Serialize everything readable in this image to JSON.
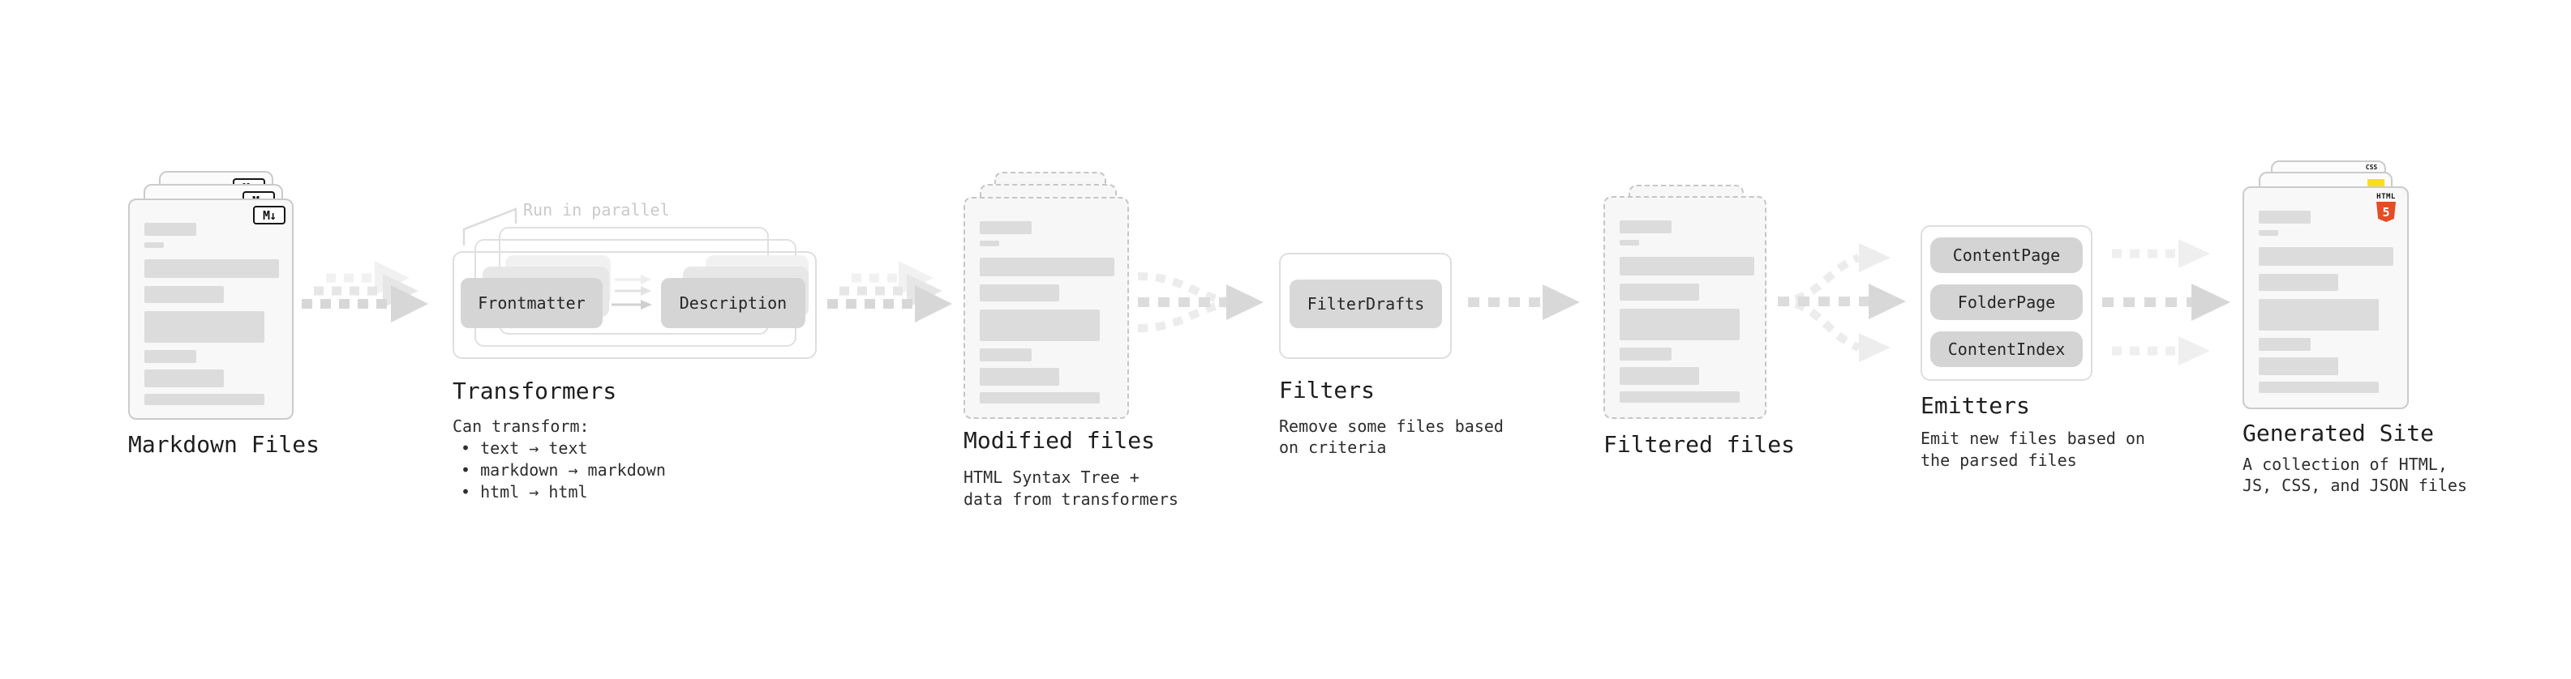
{
  "diagram": {
    "markdown_files": {
      "title": "Markdown Files",
      "icon": "M↓"
    },
    "transformers": {
      "title": "Transformers",
      "note": "Run in parallel",
      "pills": [
        "Frontmatter",
        "Description"
      ],
      "desc_heading": "Can transform:",
      "bullets": [
        "• text → text",
        "• markdown → markdown",
        "• html → html"
      ]
    },
    "modified_files": {
      "title": "Modified files",
      "desc_line1": "HTML Syntax Tree +",
      "desc_line2": "data from transformers"
    },
    "filters": {
      "title": "Filters",
      "pill": "FilterDrafts",
      "desc_line1": "Remove some files based",
      "desc_line2": "on criteria"
    },
    "filtered_files": {
      "title": "Filtered files"
    },
    "emitters": {
      "title": "Emitters",
      "pills": [
        "ContentPage",
        "FolderPage",
        "ContentIndex"
      ],
      "desc_line1": "Emit new files based on",
      "desc_line2": "the parsed files"
    },
    "generated_site": {
      "title": "Generated Site",
      "desc_line1": "A collection of HTML,",
      "desc_line2": "JS, CSS, and JSON files",
      "icons": {
        "html_label": "HTML",
        "html_number": "5",
        "css_label": "CSS"
      }
    },
    "colors": {
      "html5_orange": "#e44d26",
      "js_yellow": "#f7df1e",
      "css_blue": "#2d63ea",
      "markdown_black": "#141414",
      "arrow_gray": "#d7d7d7"
    }
  }
}
